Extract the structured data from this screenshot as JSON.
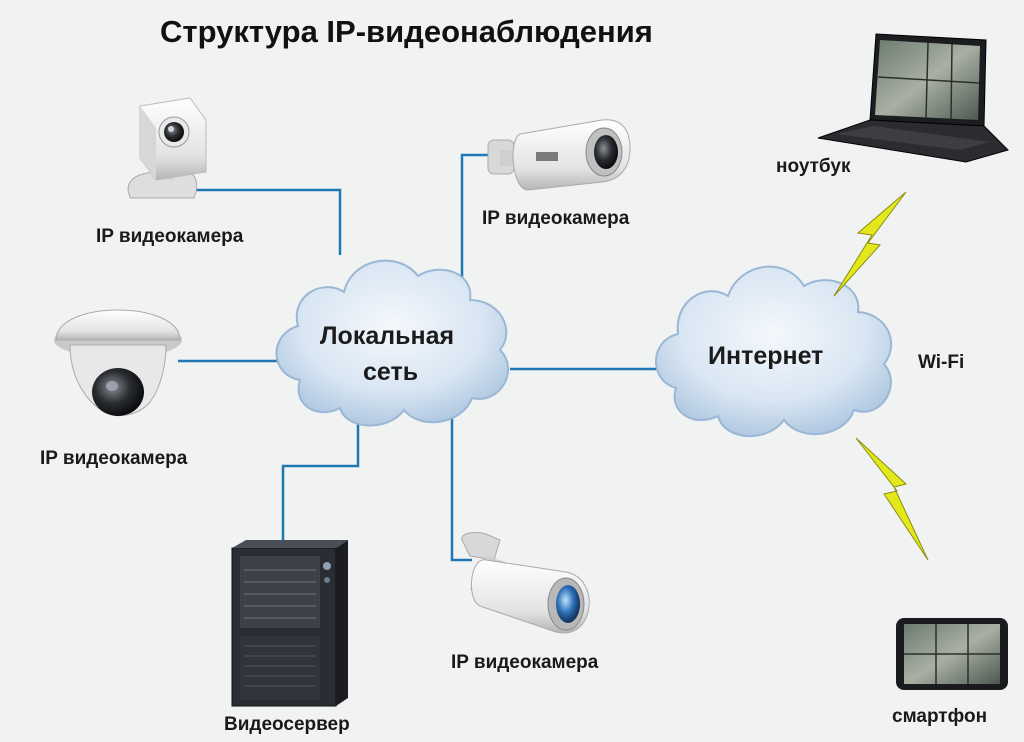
{
  "title": "Структура IP-видеонаблюдения",
  "nodes": {
    "camera_top_left": "IP видеокамера",
    "camera_mid_left": "IP видеокамера",
    "camera_top_center": "IP видеокамера",
    "camera_bottom_center": "IP видеокамера",
    "video_server": "Видеосервер",
    "local_network_line1": "Локальная",
    "local_network_line2": "сеть",
    "internet": "Интернет",
    "laptop": "ноутбук",
    "wifi": "Wi-Fi",
    "smartphone": "смартфон"
  },
  "colors": {
    "link": "#1f77b4",
    "cloud_edge": "#9bb7d6",
    "cloud_fill": "#d6e4f3",
    "bolt": "#e3e81a",
    "background": "#f1f2f2"
  }
}
